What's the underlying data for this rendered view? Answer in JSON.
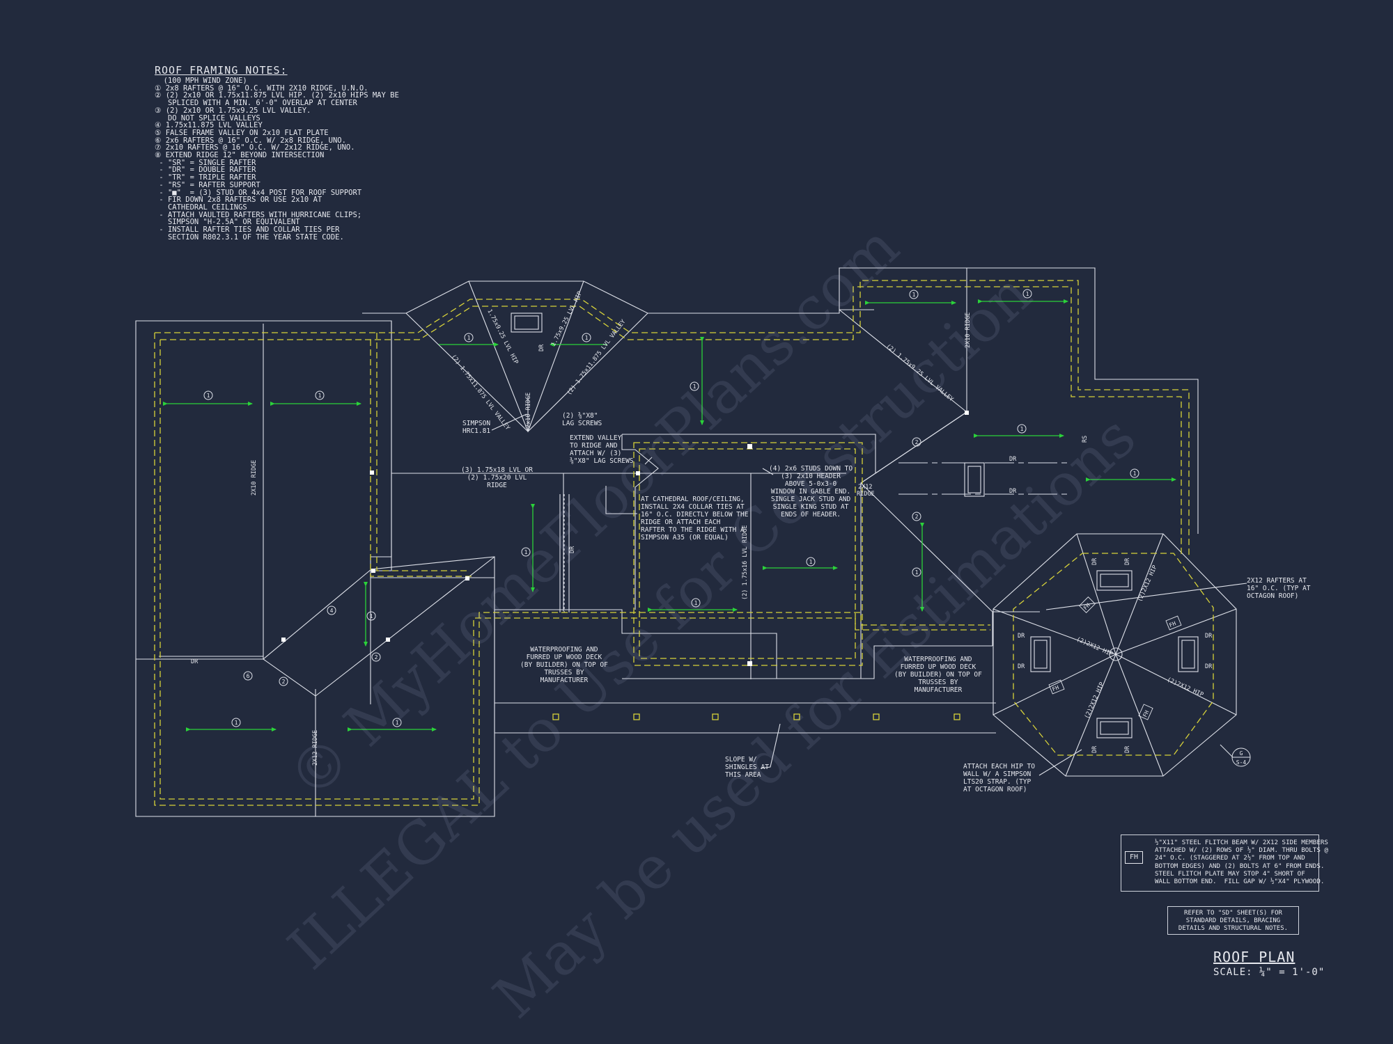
{
  "notes": {
    "title": "ROOF FRAMING NOTES:",
    "lines": [
      "  (100 MPH WIND ZONE)",
      "① 2x8 RAFTERS @ 16\" O.C. WITH 2X10 RIDGE, U.N.O.",
      "② (2) 2x10 OR 1.75x11.875 LVL HIP. (2) 2x10 HIPS MAY BE",
      "   SPLICED WITH A MIN. 6'-0\" OVERLAP AT CENTER",
      "③ (2) 2x10 OR 1.75x9.25 LVL VALLEY.",
      "   DO NOT SPLICE VALLEYS",
      "④ 1.75x11.875 LVL VALLEY",
      "⑤ FALSE FRAME VALLEY ON 2x10 FLAT PLATE",
      "⑥ 2x6 RAFTERS @ 16\" O.C. W/ 2x8 RIDGE, UNO.",
      "⑦ 2x10 RAFTERS @ 16\" O.C. W/ 2x12 RIDGE, UNO.",
      "⑧ EXTEND RIDGE 12\" BEYOND INTERSECTION",
      " - \"SR\" = SINGLE RAFTER",
      " - \"DR\" = DOUBLE RAFTER",
      " - \"TR\" = TRIPLE RAFTER",
      " - \"RS\" = RAFTER SUPPORT",
      " - \"■\"  = (3) STUD OR 4x4 POST FOR ROOF SUPPORT",
      " - FIR DOWN 2x8 RAFTERS OR USE 2x10 AT",
      "   CATHEDRAL CEILINGS",
      " - ATTACH VAULTED RAFTERS WITH HURRICANE CLIPS;",
      "   SIMPSON \"H-2.5A\" OR EQUIVALENT",
      " - INSTALL RAFTER TIES AND COLLAR TIES PER",
      "   SECTION R802.3.1 OF THE YEAR STATE CODE."
    ]
  },
  "callouts": {
    "simpson_hrc": "SIMPSON\nHRC1.81",
    "lag_screws": "(2) ⅜\"X8\"\nLAG SCREWS",
    "extend_valley": "EXTEND VALLEY\nTO RIDGE AND\nATTACH W/ (3)\n⅜\"X8\" LAG SCREWS",
    "lvl_ridge": "(3) 1.75x18 LVL OR\n(2) 1.75x20 LVL\nRIDGE",
    "cathedral": "AT CATHEDRAL ROOF/CEILING,\nINSTALL 2X4 COLLAR TIES AT\n16\" O.C. DIRECTLY BELOW THE\nRIDGE OR ATTACH EACH\nRAFTER TO THE RIDGE WITH A\nSIMPSON A35 (OR EQUAL)",
    "studs_down": "(4) 2x6 STUDS DOWN TO\n(3) 2x10 HEADER\nABOVE 5-0x3-0\nWINDOW IN GABLE END.\nSINGLE JACK STUD AND\nSINGLE KING STUD AT\nENDS OF HEADER.",
    "waterproofing": "WATERPROOFING AND\nFURRED UP WOOD DECK\n(BY BUILDER) ON TOP OF\nTRUSSES BY\nMANUFACTURER",
    "slope": "SLOPE W/\nSHINGLES AT\nTHIS AREA",
    "attach_hip": "ATTACH EACH HIP TO\nWALL W/ A SIMPSON\nLTS20 STRAP. (TYP\nAT OCTAGON ROOF)",
    "octagon_rafters": "2X12 RAFTERS AT\n16\" O.C. (TYP AT\nOCTAGON ROOF)",
    "ridge_2x12": "2X12\nRIDGE",
    "ridge_2x10": "2X10\nRIDGE",
    "lvl_ridge_135": "(2) 1.75x16 LVL\nRIDGE",
    "valley_925": "(2) 1.75x9.25 LVL\nVALLEY",
    "valley_11875": "(2) 1.75x11.875 LVL\nVALLEY",
    "hip_10": "(2)2X12 HIP",
    "rs": "RS",
    "dr": "DR",
    "fh": "FH",
    "section_ref_top": "G",
    "section_ref_bottom": "S-4"
  },
  "legend": {
    "symbol": "FH",
    "text": "½\"X11\" STEEL FLITCH BEAM W/ 2X12 SIDE MEMBERS\nATTACHED W/ (2) ROWS OF ½\" DIAM. THRU BOLTS @\n24\" O.C. (STAGGERED AT 2½\" FROM TOP AND\nBOTTOM EDGES) AND (2) BOLTS AT 6\" FROM ENDS.\nSTEEL FLITCH PLATE MAY STOP 4\" SHORT OF\nWALL BOTTOM END.  FILL GAP W/ ½\"X4\" PLYWOOD."
  },
  "refer_note": "REFER TO \"SD\" SHEET(S) FOR\nSTANDARD DETAILS, BRACING\nDETAILS AND STRUCTURAL NOTES.",
  "sheet": {
    "title": "ROOF PLAN",
    "scale": "SCALE: ¼\" = 1'-0\""
  },
  "watermark": {
    "line1": "© MyHomeFloorPlans.com",
    "line2": "ILLEGAL to Use for Construction",
    "line3": "May be used for Estimations"
  },
  "markers": {
    "one": "1",
    "two": "2",
    "four": "4",
    "six": "6"
  },
  "colors": {
    "background": "#222a3d",
    "linework": "#dfe2ea",
    "eave_dash": "#d7d23a",
    "slope_arrow": "#2bd23a",
    "post": "#ffffff"
  }
}
